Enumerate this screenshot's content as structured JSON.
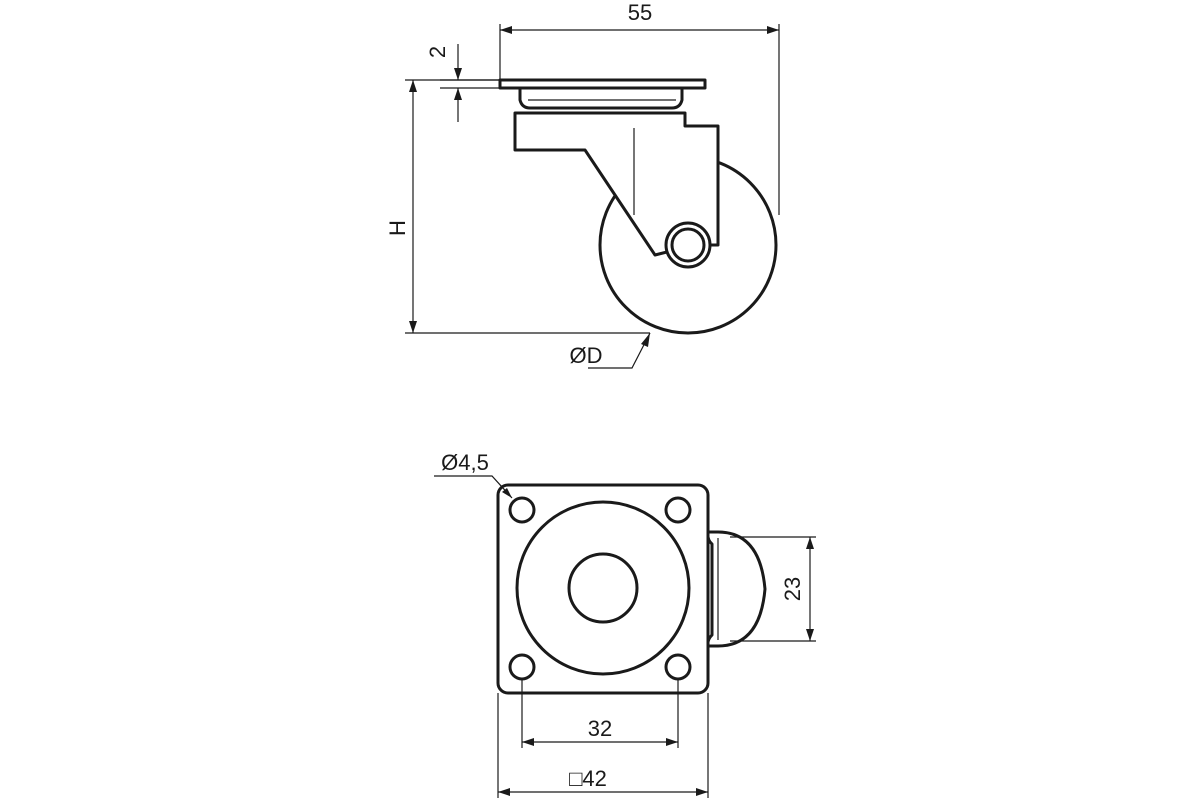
{
  "side_view": {
    "width_label": "55",
    "plate_label": "2",
    "height_label": "H",
    "wheel_label": "ØD"
  },
  "top_view": {
    "hole_label": "Ø4,5",
    "hole_spacing_label": "32",
    "plate_label": "□42",
    "wheel_width_label": "23"
  },
  "colors": {
    "line": "#1a1a1a",
    "background": "#ffffff"
  }
}
